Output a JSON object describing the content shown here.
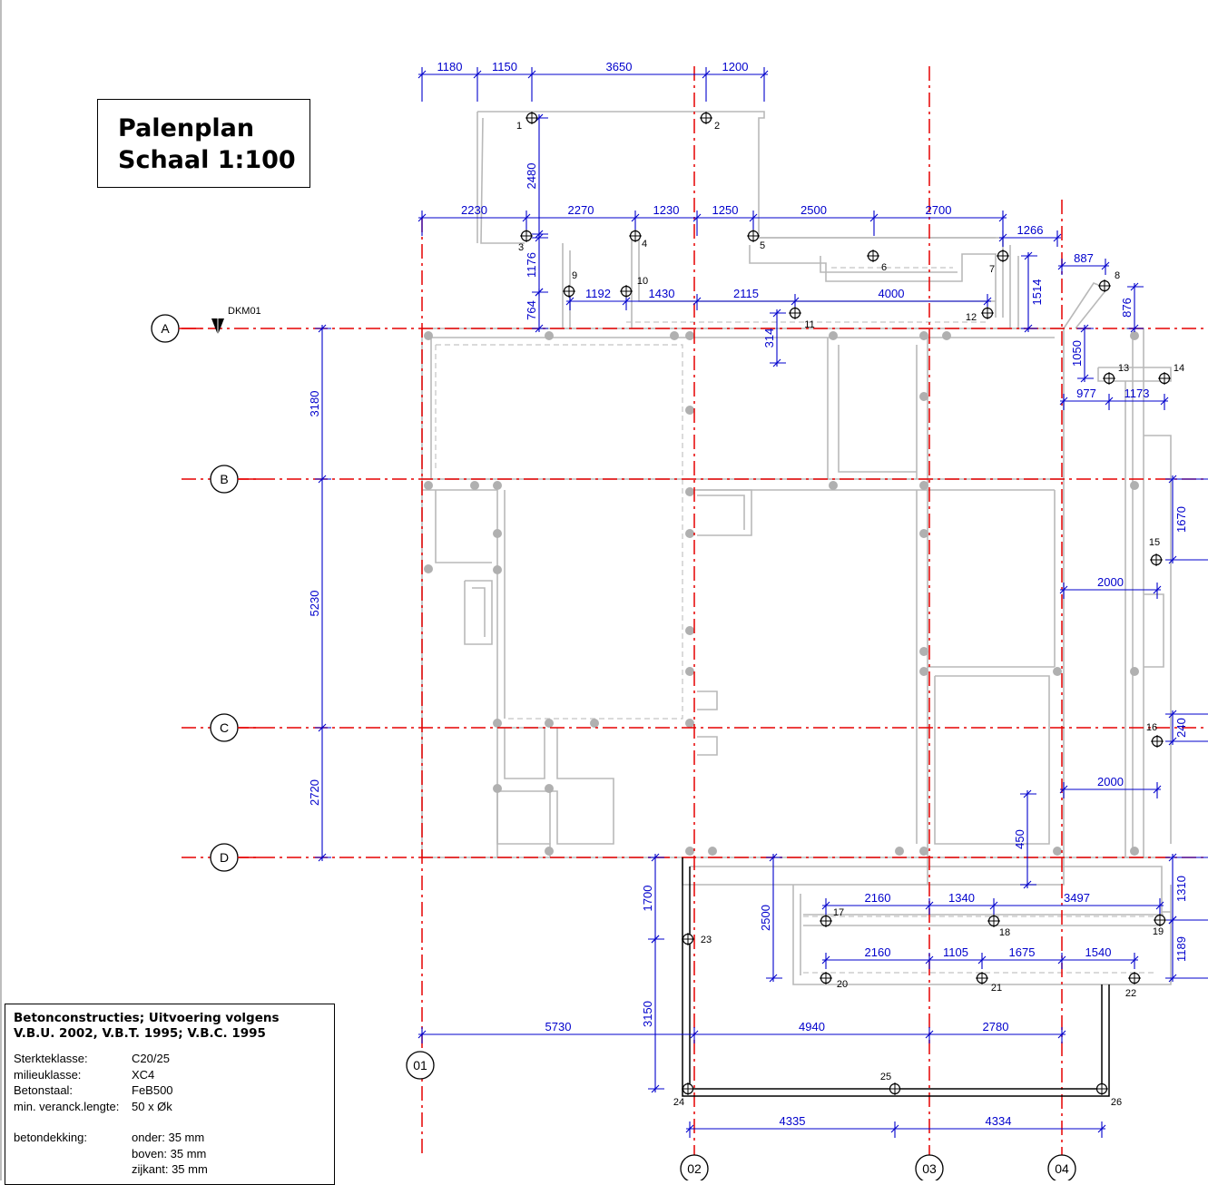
{
  "title": {
    "line1": "Palenplan",
    "line2": "Schaal 1:100"
  },
  "marker": {
    "label": "DKM01"
  },
  "grid": {
    "rows": [
      "A",
      "B",
      "C",
      "D"
    ],
    "cols": [
      "01",
      "02",
      "03",
      "04"
    ]
  },
  "piles": [
    "1",
    "2",
    "3",
    "4",
    "5",
    "6",
    "7",
    "8",
    "9",
    "10",
    "11",
    "12",
    "13",
    "14",
    "15",
    "16",
    "17",
    "18",
    "19",
    "20",
    "21",
    "22",
    "23",
    "24",
    "25",
    "26"
  ],
  "dimensions": {
    "top1": [
      "1180",
      "1150",
      "3650",
      "1200"
    ],
    "vert_2480": "2480",
    "top2": [
      "2230",
      "2270",
      "1230",
      "1250",
      "2500",
      "2700"
    ],
    "d1266": "1266",
    "d887": "887",
    "d876": "876",
    "d1176": "1176",
    "d764": "764",
    "row10": [
      "1192",
      "1430",
      "2115",
      "4000"
    ],
    "d1514": "1514",
    "d314": "314",
    "d1050": "1050",
    "d977": "977",
    "d1173": "1173",
    "left_axes": [
      "3180",
      "5230",
      "2720"
    ],
    "d1670": "1670",
    "d2000a": "2000",
    "d240": "240",
    "d2000b": "2000",
    "d450": "450",
    "d1700": "1700",
    "d2500": "2500",
    "row17": [
      "2160",
      "1340",
      "3497"
    ],
    "d1310": "1310",
    "d1189": "1189",
    "row20": [
      "2160",
      "1105",
      "1675",
      "1540"
    ],
    "d3150": "3150",
    "bottom_axes": [
      "5730",
      "4940",
      "2780"
    ],
    "bottom_beam": [
      "4335",
      "4334"
    ]
  },
  "spec": {
    "heading1": "Betonconstructies; Uitvoering volgens",
    "heading2": "V.B.U. 2002, V.B.T. 1995; V.B.C. 1995",
    "rows": [
      {
        "k": "Sterkteklasse:",
        "v": "C20/25"
      },
      {
        "k": "milieuklasse:",
        "v": "XC4"
      },
      {
        "k": "Betonstaal:",
        "v": "FeB500"
      },
      {
        "k": "min. veranck.lengte:",
        "v": "50 x Øk"
      }
    ],
    "cover_label": "betondekking:",
    "cover": [
      "onder: 35 mm",
      "boven: 35 mm",
      "zijkant: 35 mm"
    ]
  },
  "colors": {
    "axis": "#e60000",
    "dimension": "#0000cc",
    "structure": "#b9b9b9",
    "pile_existing": "#b0b0b0",
    "ink": "#000000"
  }
}
